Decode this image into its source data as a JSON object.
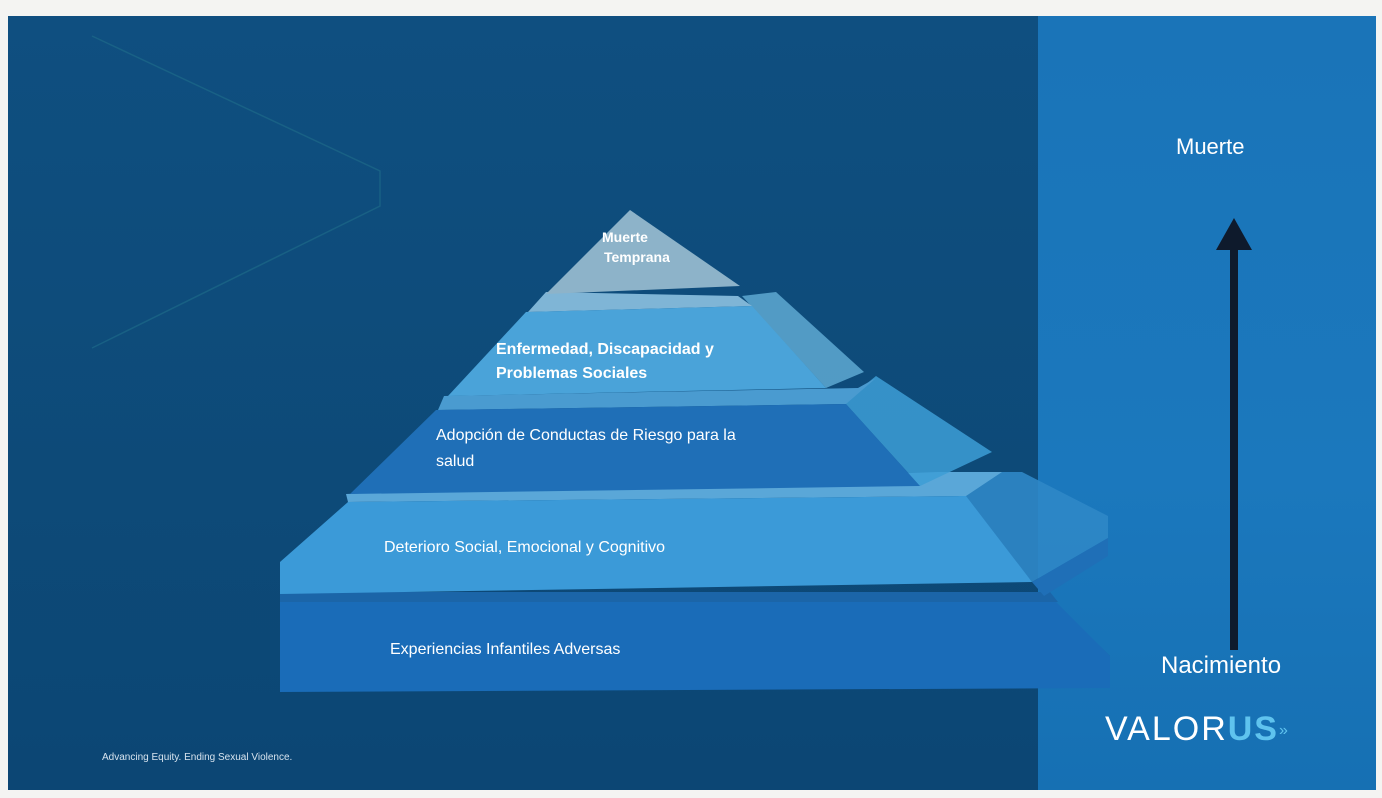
{
  "pyramid": {
    "levels": [
      {
        "id": "muerte-temprana",
        "lines": [
          "Muerte",
          "Temprana"
        ]
      },
      {
        "id": "enfermedad",
        "lines": [
          "Enfermedad, Discapacidad y",
          "Problemas Sociales"
        ]
      },
      {
        "id": "conductas",
        "lines": [
          "Adopción de Conductas de Riesgo para la",
          "salud"
        ]
      },
      {
        "id": "deterioro",
        "lines": [
          "Deterioro Social, Emocional y Cognitivo"
        ]
      },
      {
        "id": "experiencias",
        "lines": [
          "Experiencias Infantiles Adversas"
        ]
      }
    ]
  },
  "lifeline": {
    "top_label": "Muerte",
    "bottom_label": "Nacimiento"
  },
  "brand": {
    "logo_main": "VALOR",
    "logo_accent": "US",
    "logo_chevrons": "»",
    "tagline": "Advancing Equity. Ending Sexual Violence."
  },
  "colors": {
    "background": "#0e4c7c",
    "right_panel": "#1a74b8",
    "level_top": "#8db3c9",
    "level_2": "#4aa3d9",
    "level_3": "#1f6fb7",
    "level_4": "#3b9ad8",
    "level_5": "#1a6cb8",
    "arrow": "#0e1a2c",
    "logo_accent": "#5fc3ee"
  }
}
